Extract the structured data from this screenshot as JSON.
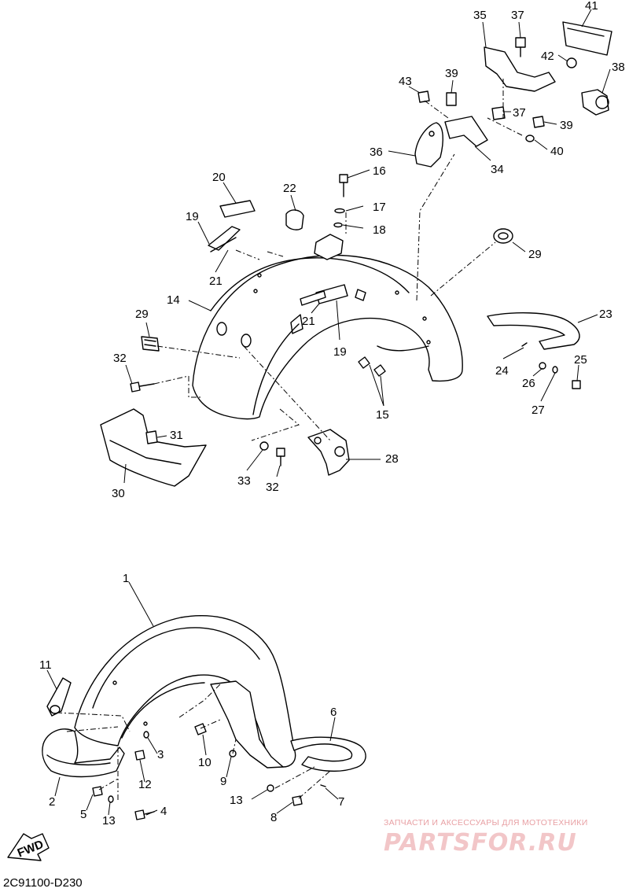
{
  "diagram": {
    "code": "2C91100-D230",
    "fwd_label": "FWD",
    "watermark": {
      "caption": "ЗАПЧАСТИ И АКСЕССУАРЫ ДЛЯ МОТОТЕХНИКИ",
      "logo": "PARTSFOR.RU"
    },
    "callouts": [
      {
        "id": "c35",
        "text": "35"
      },
      {
        "id": "c37a",
        "text": "37"
      },
      {
        "id": "c41",
        "text": "41"
      },
      {
        "id": "c42",
        "text": "42"
      },
      {
        "id": "c38",
        "text": "38"
      },
      {
        "id": "c43",
        "text": "43"
      },
      {
        "id": "c39a",
        "text": "39"
      },
      {
        "id": "c37b",
        "text": "37"
      },
      {
        "id": "c39b",
        "text": "39"
      },
      {
        "id": "c40",
        "text": "40"
      },
      {
        "id": "c36",
        "text": "36"
      },
      {
        "id": "c34",
        "text": "34"
      },
      {
        "id": "c20",
        "text": "20"
      },
      {
        "id": "c22",
        "text": "22"
      },
      {
        "id": "c16",
        "text": "16"
      },
      {
        "id": "c17",
        "text": "17"
      },
      {
        "id": "c18",
        "text": "18"
      },
      {
        "id": "c19a",
        "text": "19"
      },
      {
        "id": "c29a",
        "text": "29"
      },
      {
        "id": "c21a",
        "text": "21"
      },
      {
        "id": "c14",
        "text": "14"
      },
      {
        "id": "c29b",
        "text": "29"
      },
      {
        "id": "c21b",
        "text": "21"
      },
      {
        "id": "c23",
        "text": "23"
      },
      {
        "id": "c19b",
        "text": "19"
      },
      {
        "id": "c32a",
        "text": "32"
      },
      {
        "id": "c24",
        "text": "24"
      },
      {
        "id": "c25",
        "text": "25"
      },
      {
        "id": "c26",
        "text": "26"
      },
      {
        "id": "c15",
        "text": "15"
      },
      {
        "id": "c27",
        "text": "27"
      },
      {
        "id": "c31",
        "text": "31"
      },
      {
        "id": "c28",
        "text": "28"
      },
      {
        "id": "c33",
        "text": "33"
      },
      {
        "id": "c32b",
        "text": "32"
      },
      {
        "id": "c30",
        "text": "30"
      },
      {
        "id": "c1",
        "text": "1"
      },
      {
        "id": "c11",
        "text": "11"
      },
      {
        "id": "c6",
        "text": "6"
      },
      {
        "id": "c3",
        "text": "3"
      },
      {
        "id": "c10",
        "text": "10"
      },
      {
        "id": "c12",
        "text": "12"
      },
      {
        "id": "c9",
        "text": "9"
      },
      {
        "id": "c2",
        "text": "2"
      },
      {
        "id": "c13a",
        "text": "13"
      },
      {
        "id": "c7",
        "text": "7"
      },
      {
        "id": "c5",
        "text": "5"
      },
      {
        "id": "c4",
        "text": "4"
      },
      {
        "id": "c8",
        "text": "8"
      },
      {
        "id": "c13b",
        "text": "13"
      }
    ]
  }
}
